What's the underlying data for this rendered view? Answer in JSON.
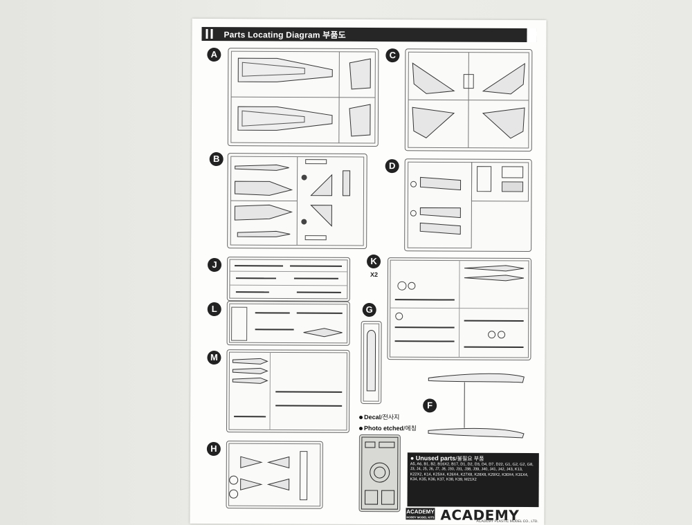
{
  "header": {
    "title": "Parts Locating Diagram 부품도"
  },
  "trees": [
    {
      "letter": "A"
    },
    {
      "letter": "B"
    },
    {
      "letter": "C"
    },
    {
      "letter": "D"
    },
    {
      "letter": "J"
    },
    {
      "letter": "K"
    },
    {
      "letter": "L"
    },
    {
      "letter": "G"
    },
    {
      "letter": "M"
    },
    {
      "letter": "F"
    },
    {
      "letter": "H"
    }
  ],
  "k_multiplier": "X2",
  "legend": {
    "decal": "Decal",
    "decal_ko": "/전사지",
    "photo_etched": "Photo etched",
    "photo_etched_ko": "/에칭"
  },
  "unused_parts": {
    "heading": "Unused parts",
    "heading_ko": "/불필요 부품",
    "list": "A5, A6, B1, B2, B16X2, B17, D1, D2, D3, D4, D7, D22, G1, G2, G2, G8, J3, J4, J5, J6, J7, J8, J30, J31, J38, J39, J40, J41, J42, J43, K13, K22X2, K14, K25X4, K26X4, K27X8, K28X8, K29X2, K30X4, K31X4, K34, K35, K36, K37, K38, K39, M21X2"
  },
  "brand": {
    "small_logo": "ACADEMY",
    "small_logo_sub": "HOBBY MODEL KITS",
    "big_logo": "ACADEMY",
    "company": "ACADEMY PLASTIC MODEL CO., LTD."
  }
}
